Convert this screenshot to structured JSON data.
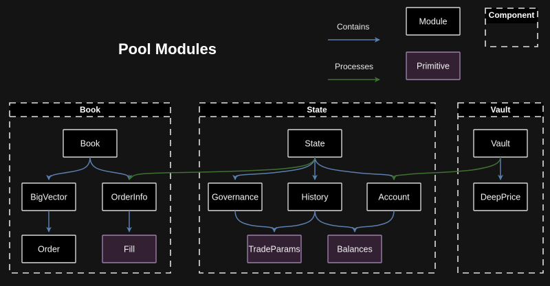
{
  "title": "Pool Modules",
  "colors": {
    "background": "#141414",
    "module_fill": "#000000",
    "module_stroke": "#d8d8d8",
    "primitive_fill": "#332133",
    "primitive_stroke": "#9b7fa8",
    "contains_edge": "#5b7fae",
    "processes_edge": "#3f7232",
    "section_border": "#e2e2e2",
    "text": "#f2f2f2"
  },
  "legend": {
    "contains_label": "Contains",
    "processes_label": "Processes",
    "module_label": "Module",
    "primitive_label": "Primitive",
    "component_label": "Component"
  },
  "sections": [
    {
      "id": "book",
      "title": "Book",
      "nodes": [
        {
          "id": "book-node",
          "label": "Book",
          "type": "module"
        },
        {
          "id": "bigvector",
          "label": "BigVector",
          "type": "module"
        },
        {
          "id": "orderinfo",
          "label": "OrderInfo",
          "type": "module"
        },
        {
          "id": "order",
          "label": "Order",
          "type": "module"
        },
        {
          "id": "fill",
          "label": "Fill",
          "type": "primitive"
        }
      ]
    },
    {
      "id": "state",
      "title": "State",
      "nodes": [
        {
          "id": "state-node",
          "label": "State",
          "type": "module"
        },
        {
          "id": "governance",
          "label": "Governance",
          "type": "module"
        },
        {
          "id": "history",
          "label": "History",
          "type": "module"
        },
        {
          "id": "account",
          "label": "Account",
          "type": "module"
        },
        {
          "id": "tradeparams",
          "label": "TradeParams",
          "type": "primitive"
        },
        {
          "id": "balances",
          "label": "Balances",
          "type": "primitive"
        }
      ]
    },
    {
      "id": "vault",
      "title": "Vault",
      "nodes": [
        {
          "id": "vault-node",
          "label": "Vault",
          "type": "module"
        },
        {
          "id": "deepprice",
          "label": "DeepPrice",
          "type": "module"
        }
      ]
    }
  ],
  "edges": [
    {
      "from": "book-node",
      "to": "bigvector",
      "kind": "contains"
    },
    {
      "from": "book-node",
      "to": "orderinfo",
      "kind": "contains"
    },
    {
      "from": "bigvector",
      "to": "order",
      "kind": "contains"
    },
    {
      "from": "orderinfo",
      "to": "fill",
      "kind": "contains"
    },
    {
      "from": "state-node",
      "to": "governance",
      "kind": "contains"
    },
    {
      "from": "state-node",
      "to": "history",
      "kind": "contains"
    },
    {
      "from": "state-node",
      "to": "account",
      "kind": "contains"
    },
    {
      "from": "governance",
      "to": "tradeparams",
      "kind": "contains"
    },
    {
      "from": "history",
      "to": "tradeparams",
      "kind": "contains"
    },
    {
      "from": "history",
      "to": "balances",
      "kind": "contains"
    },
    {
      "from": "account",
      "to": "balances",
      "kind": "contains"
    },
    {
      "from": "vault-node",
      "to": "deepprice",
      "kind": "contains"
    },
    {
      "from": "state-node",
      "to": "orderinfo",
      "kind": "processes"
    },
    {
      "from": "vault-node",
      "to": "account",
      "kind": "processes"
    }
  ]
}
